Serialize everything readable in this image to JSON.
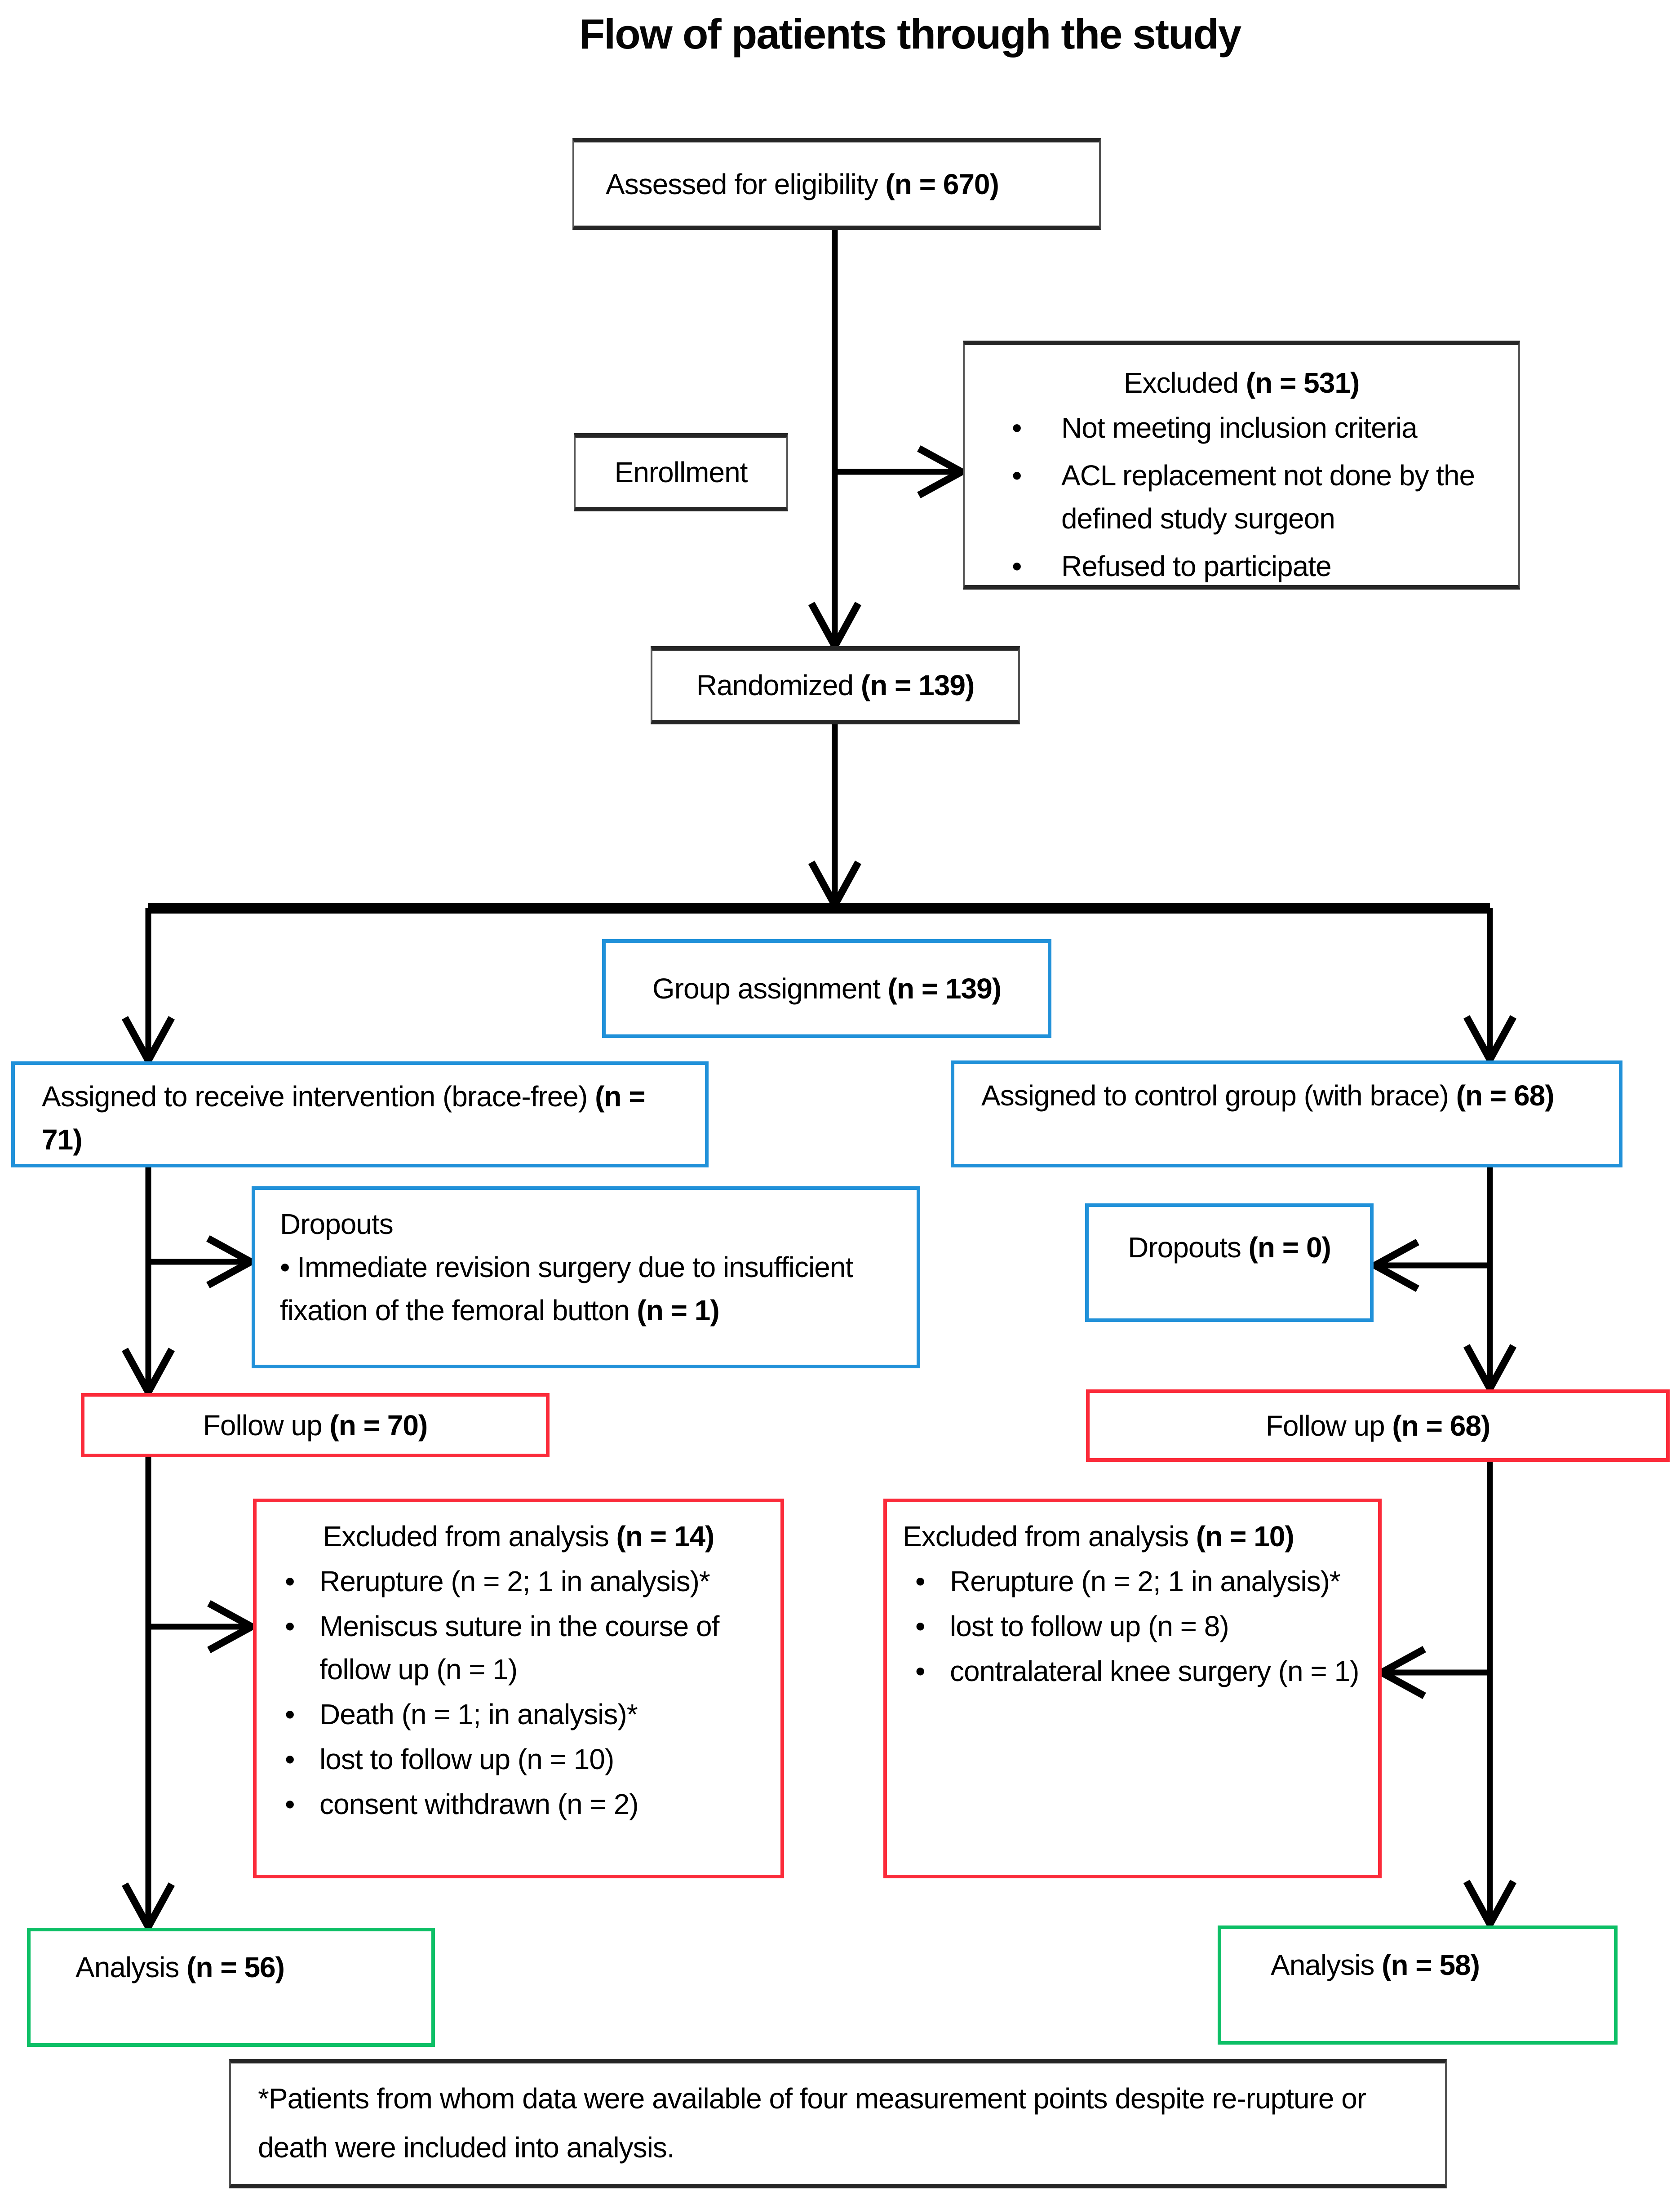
{
  "page_title": "Flow of patients through the study",
  "colors": {
    "box_blue": "#2191d9",
    "box_red": "#fb2b3a",
    "box_green": "#0dbf66",
    "box_black": "#333333",
    "arrow_black": "#000000"
  },
  "boxes": {
    "assessed": {
      "label": "Assessed for eligibility ",
      "n": "(n = 670)"
    },
    "enrollment": {
      "label": "Enrollment"
    },
    "excluded_enrollment": {
      "title": "Excluded ",
      "n": "(n = 531)",
      "bullets": [
        "Not meeting inclusion criteria",
        "ACL replacement not done by the defined study surgeon",
        "Refused to participate"
      ]
    },
    "randomized": {
      "label": "Randomized ",
      "n": "(n = 139)"
    },
    "group_assignment": {
      "label": "Group assignment ",
      "n": "(n = 139)"
    },
    "assigned_intervention": {
      "label": "Assigned to receive intervention (brace-free) ",
      "n": "(n = 71)"
    },
    "assigned_control": {
      "label": "Assigned to control group (with brace) ",
      "n": "(n = 68)"
    },
    "dropouts_intervention": {
      "heading": "Dropouts",
      "bullet": "Immediate revision surgery due to insufficient fixation of the femoral button ",
      "n": "(n = 1)"
    },
    "dropouts_control": {
      "label": "Dropouts ",
      "n": "(n = 0)"
    },
    "followup_intervention": {
      "label": "Follow up ",
      "n": "(n = 70)"
    },
    "followup_control": {
      "label": "Follow up ",
      "n": "(n = 68)"
    },
    "excluded_intervention": {
      "title": "Excluded from analysis ",
      "n": "(n = 14)",
      "bullets": [
        "Rerupture (n = 2; 1 in analysis)*",
        "Meniscus suture in the course of follow up (n = 1)",
        "Death (n = 1; in analysis)*",
        "lost to follow up (n = 10)",
        "consent withdrawn  (n = 2)"
      ]
    },
    "excluded_control": {
      "title": "Excluded from analysis ",
      "n": "(n = 10)",
      "bullets": [
        "Rerupture (n = 2; 1 in analysis)*",
        "lost to follow up (n = 8)",
        "contralateral knee surgery (n = 1)"
      ]
    },
    "analysis_intervention": {
      "label": "Analysis ",
      "n": "(n = 56)"
    },
    "analysis_control": {
      "label": "Analysis ",
      "n": "(n = 58)"
    },
    "footnote": "*Patients from whom data were available of four measurement points despite re-rupture or death were included into analysis."
  }
}
